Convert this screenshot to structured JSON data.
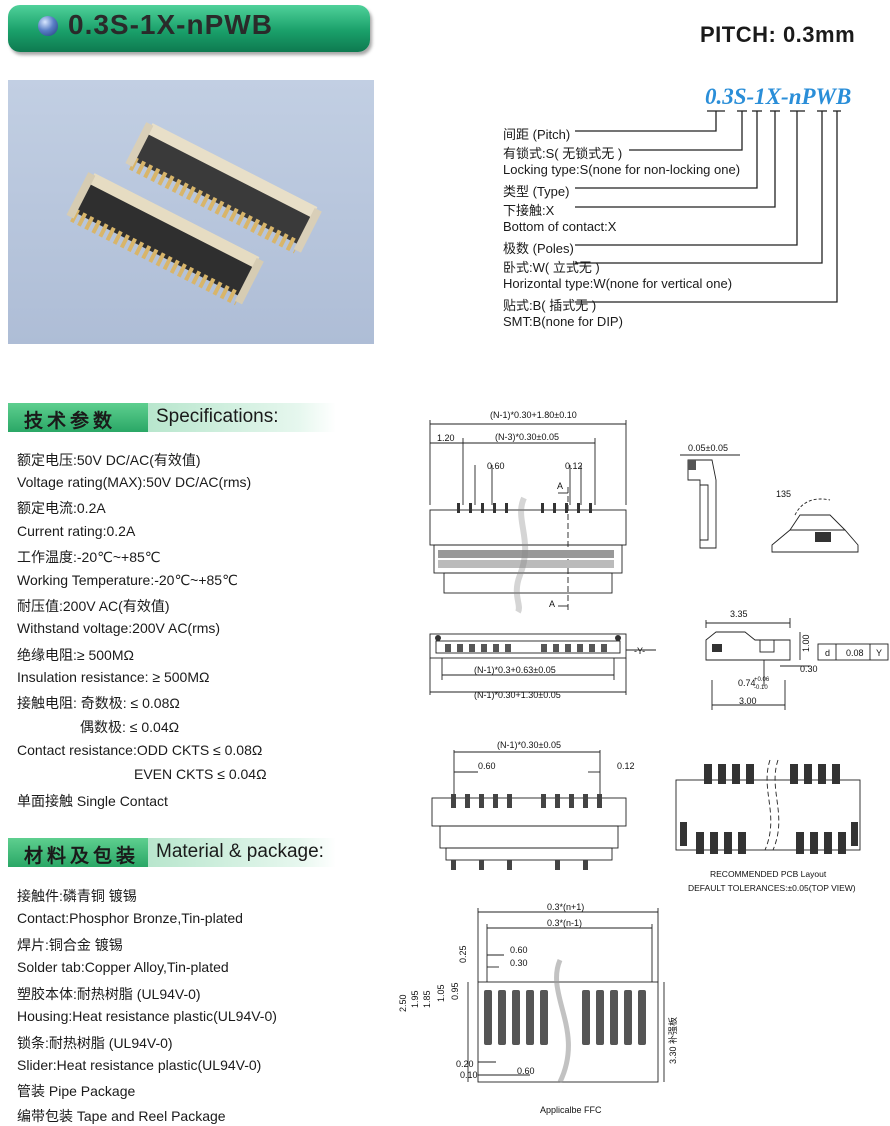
{
  "header": {
    "title": "0.3S-1X-nPWB",
    "pitch": "PITCH: 0.3mm"
  },
  "part_code": {
    "code": "0.3S-1X-nPWB",
    "legend": [
      "间距 (Pitch)",
      "有锁式:S( 无锁式无 )",
      "Locking type:S(none for non-locking one)",
      "类型 (Type)",
      "下接触:X",
      "Bottom of contact:X",
      "极数 (Poles)",
      "卧式:W( 立式无 )",
      "Horizontal type:W(none for vertical one)",
      "贴式:B( 插式无 )",
      "SMT:B(none for DIP)"
    ]
  },
  "specifications": {
    "title_zh": "技术参数",
    "title_en": "Specifications:",
    "lines": [
      "额定电压:50V DC/AC(有效值)",
      "Voltage rating(MAX):50V DC/AC(rms)",
      "额定电流:0.2A",
      "Current rating:0.2A",
      "工作温度:-20℃~+85℃",
      "Working Temperature:-20℃~+85℃",
      "耐压值:200V AC(有效值)",
      "Withstand voltage:200V AC(rms)",
      "绝缘电阻:≥ 500MΩ",
      "Insulation resistance: ≥ 500MΩ",
      "接触电阻: 奇数极: ≤ 0.08Ω",
      "偶数极: ≤ 0.04Ω",
      "Contact resistance:ODD CKTS ≤ 0.08Ω",
      "EVEN CKTS ≤ 0.04Ω",
      "单面接触 Single Contact"
    ]
  },
  "material": {
    "title_zh": "材料及包装",
    "title_en": "Material & package:",
    "lines": [
      "接触件:磷青铜 镀锡",
      "Contact:Phosphor Bronze,Tin-plated",
      "焊片:铜合金 镀锡",
      "Solder tab:Copper Alloy,Tin-plated",
      "塑胶本体:耐热树脂 (UL94V-0)",
      "Housing:Heat resistance plastic(UL94V-0)",
      "锁条:耐热树脂 (UL94V-0)",
      "Slider:Heat resistance plastic(UL94V-0)",
      "管装 Pipe Package",
      "编带包装 Tape and Reel Package"
    ]
  },
  "drawing": {
    "top_overall": "(N-1)*0.30+1.80±0.10",
    "top_pitch_span": "(N-3)*0.30±0.05",
    "top_edge": "1.20",
    "top_pitch": "0.60",
    "top_gap": "0.12",
    "section_a": "A",
    "side_thk": "0.05±0.05",
    "angle": "135",
    "front_inner": "(N-1)*0.3+0.63±0.05",
    "front_outer": "(N-1)*0.30+1.30±0.05",
    "datum_y": "-Y-",
    "side_w": "3.35",
    "side_h": "1.00",
    "side_small": "0.30",
    "side_tol_main": "0.74",
    "side_tol_up": "+0.06",
    "side_tol_dn": "-0.10",
    "side_base": "3.00",
    "flat_sym": "d",
    "flat_val": "0.08",
    "flat_ref": "Y",
    "bottom_span": "(N-1)*0.30±0.05",
    "bottom_pitch": "0.60",
    "bottom_gap": "0.12",
    "pcb_label": "RECOMMENDED PCB Layout",
    "tolerance": "DEFAULT TOLERANCES:±0.05(TOP VIEW)",
    "ffc_w1": "0.3*(n+1)",
    "ffc_w2": "0.3*(n-1)",
    "ffc_pitch": "0.60",
    "ffc_width": "0.30",
    "ffc_v1": "0.25",
    "ffc_v2": "0.95",
    "ffc_v3": "1.05",
    "ffc_v4": "1.85",
    "ffc_v5": "1.95",
    "ffc_v6": "2.50",
    "ffc_b1": "0.20",
    "ffc_b2": "0.10",
    "ffc_b3": "0.60",
    "ffc_right": "3.30 补强板",
    "ffc_label": "Applicalbe FFC"
  }
}
